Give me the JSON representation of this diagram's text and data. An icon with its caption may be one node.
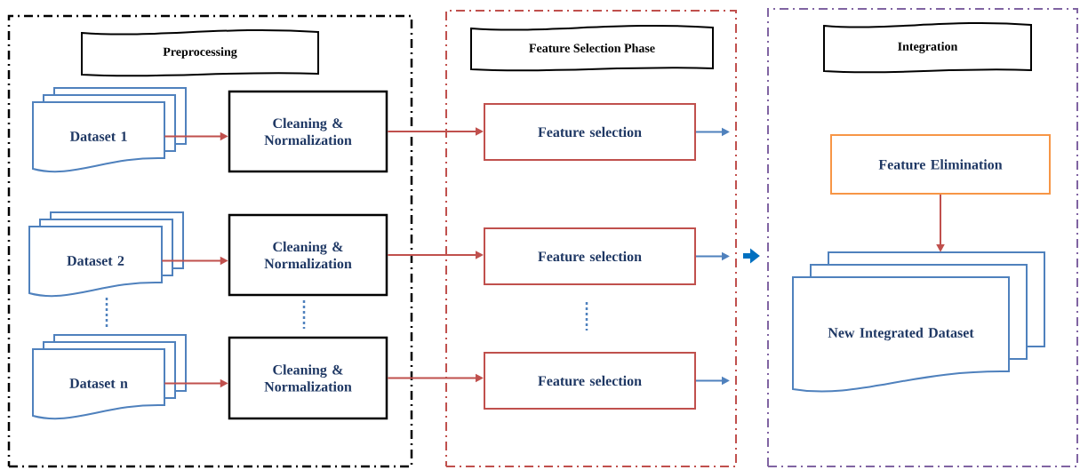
{
  "diagram": {
    "nodes": [
      {
        "text": [],
        "shape": "box"
      },
      {
        "text": [
          "Preprocessing"
        ],
        "in": 0
      },
      {
        "text": [
          "Dataset 1"
        ],
        "in": 0
      },
      {
        "text": [
          "Cleaning & Normalization"
        ],
        "in": 0
      },
      {
        "text": [
          "Dataset 2"
        ],
        "in": 0
      },
      {
        "text": [
          "Cleaning & Normalization"
        ],
        "in": 0
      },
      {
        "text": [
          "Dataset n"
        ],
        "in": 0
      },
      {
        "text": [
          "Cleaning & Normalization"
        ],
        "in": 0
      },
      {
        "text": [],
        "shape": "box"
      },
      {
        "text": [
          "Feature Selection Phase"
        ],
        "in": 8
      },
      {
        "text": [
          "Feature selection"
        ],
        "in": 8
      },
      {
        "text": [
          "Feature selection"
        ],
        "in": 8
      },
      {
        "text": [
          "Feature selection"
        ],
        "in": 8
      },
      {
        "text": [],
        "shape": "box"
      },
      {
        "text": [
          "Integration"
        ],
        "in": 13
      },
      {
        "text": [
          "Feature Elimination"
        ],
        "in": 13
      },
      {
        "text": [
          "New Integrated Dataset"
        ],
        "in": 13
      }
    ],
    "edges": [
      {
        "from": 2,
        "to": 3,
        "arrow": "to"
      },
      {
        "from": 4,
        "to": 5,
        "arrow": "to"
      },
      {
        "from": 6,
        "to": 7,
        "arrow": "to"
      },
      {
        "from": 3,
        "to": 10,
        "arrow": "to"
      },
      {
        "from": 5,
        "to": 11,
        "arrow": "to"
      },
      {
        "from": 7,
        "to": 12,
        "arrow": "to"
      },
      {
        "from": 10,
        "to": null,
        "arrow": "to",
        "color": "#4f81bd"
      },
      {
        "from": 11,
        "to": null,
        "arrow": "to",
        "color": "#4f81bd"
      },
      {
        "from": 12,
        "to": null,
        "arrow": "to",
        "color": "#4f81bd"
      },
      {
        "from": 8,
        "to": 13,
        "arrow": "to",
        "style": "thick",
        "color": "#0070c0"
      },
      {
        "from": 15,
        "to": 16,
        "arrow": "to"
      }
    ]
  }
}
